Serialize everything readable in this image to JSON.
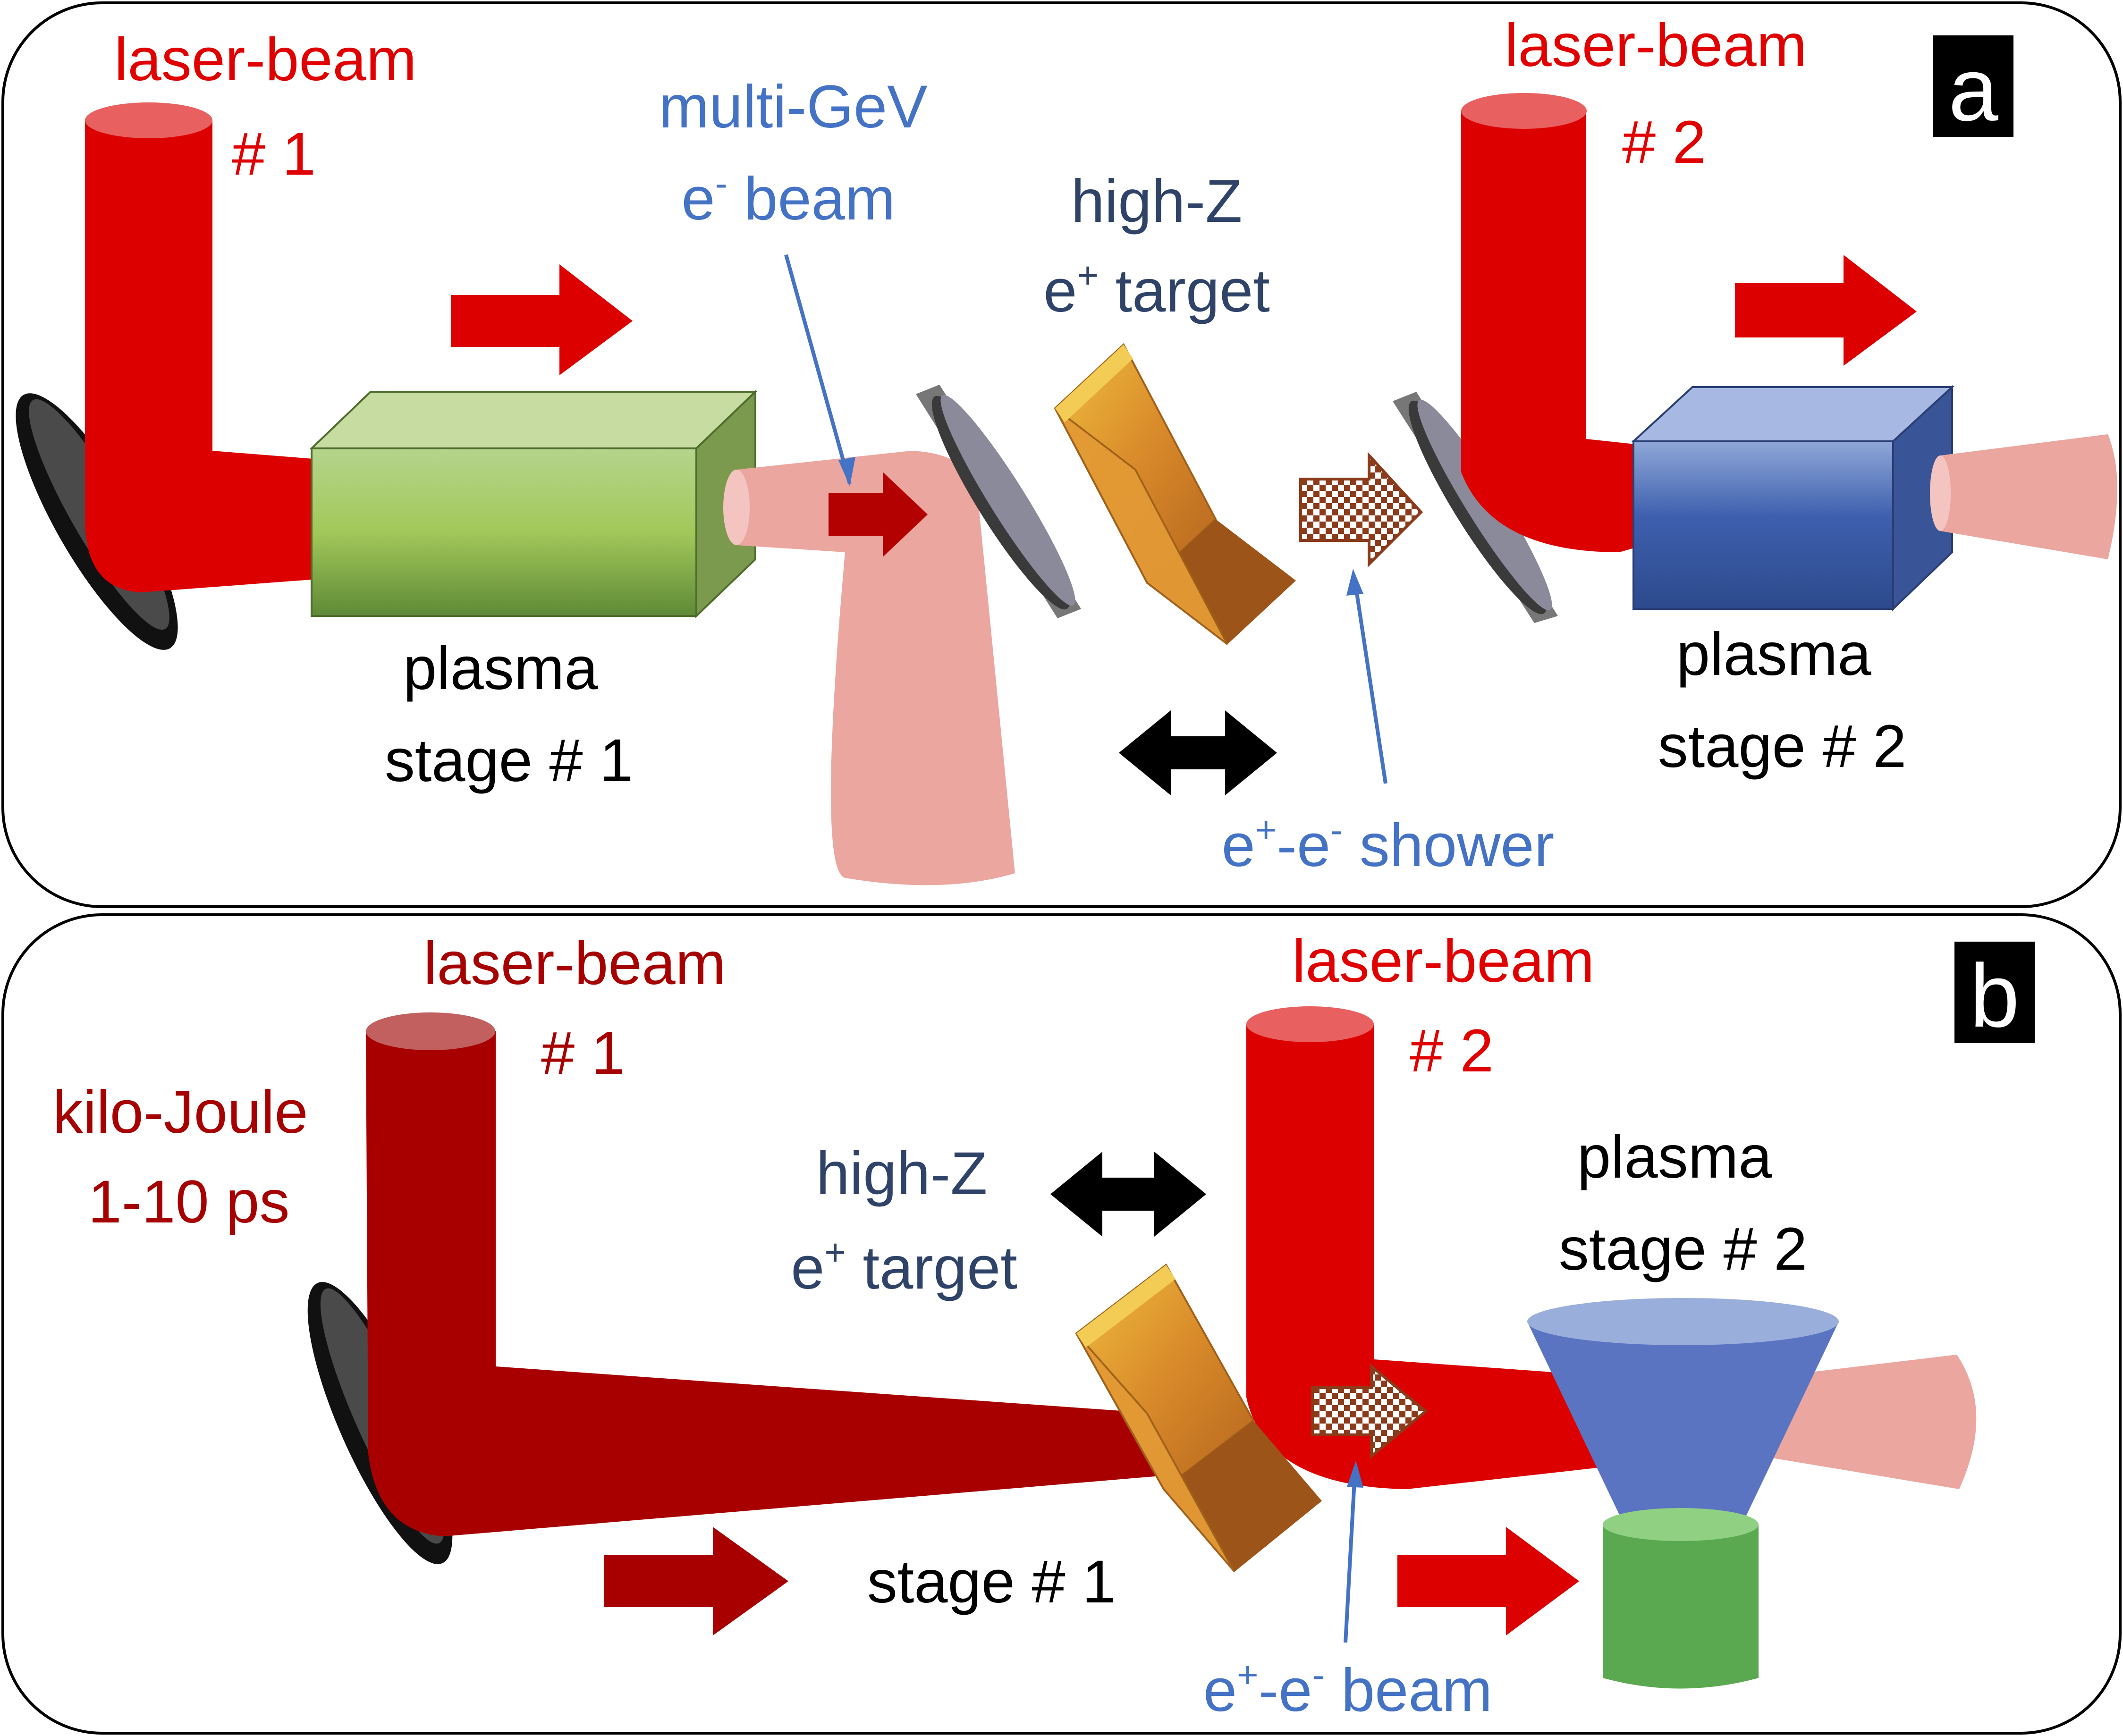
{
  "panels": [
    {
      "id": "a",
      "badge": "a",
      "laser1": {
        "line1": "laser-beam",
        "line2": "# 1"
      },
      "laser2": {
        "line1": "laser-beam",
        "line2": "# 2"
      },
      "ebeam": {
        "line1": "multi-GeV",
        "pre": "e",
        "sup": "-",
        "post": " beam"
      },
      "target": {
        "line1": "high-Z",
        "pre": "e",
        "sup": "+",
        "post": " target"
      },
      "stage1": {
        "line1": "plasma",
        "line2": "stage # 1"
      },
      "stage2": {
        "line1": "plasma",
        "line2": "stage # 2"
      },
      "shower": {
        "e1": "e",
        "s1": "+",
        "mid": "-e",
        "s2": "-",
        "post": " shower"
      }
    },
    {
      "id": "b",
      "badge": "b",
      "laser1": {
        "line1": "laser-beam",
        "line2": "# 1"
      },
      "laser2": {
        "line1": "laser-beam",
        "line2": "# 2"
      },
      "energy": {
        "line1": "kilo-Joule",
        "line2": "1-10 ps"
      },
      "target": {
        "line1": "high-Z",
        "pre": "e",
        "sup": "+",
        "post": " target"
      },
      "stage1": {
        "line1": "stage # 1"
      },
      "stage2": {
        "line1": "plasma",
        "line2": "stage # 2"
      },
      "beam": {
        "e1": "e",
        "s1": "+",
        "mid": "-e",
        "s2": "-",
        "post": " beam"
      }
    }
  ],
  "colors": {
    "laser": "#dd0000",
    "laser_dark": "#a80000",
    "electron_beam": "#eba6a0",
    "plasma1": "#94c25a",
    "plasma2": "#3f62ad",
    "target": "#d9932b",
    "mirror": "#333333",
    "label_blue": "#4472c4",
    "label_navy": "#2f4368"
  }
}
